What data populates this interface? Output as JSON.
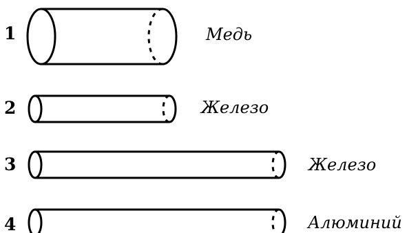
{
  "items": [
    {
      "number": "1",
      "material": "Медь"
    },
    {
      "number": "2",
      "material": "Железо"
    },
    {
      "number": "3",
      "material": "Железо"
    },
    {
      "number": "4",
      "material": "Алюминий"
    }
  ]
}
